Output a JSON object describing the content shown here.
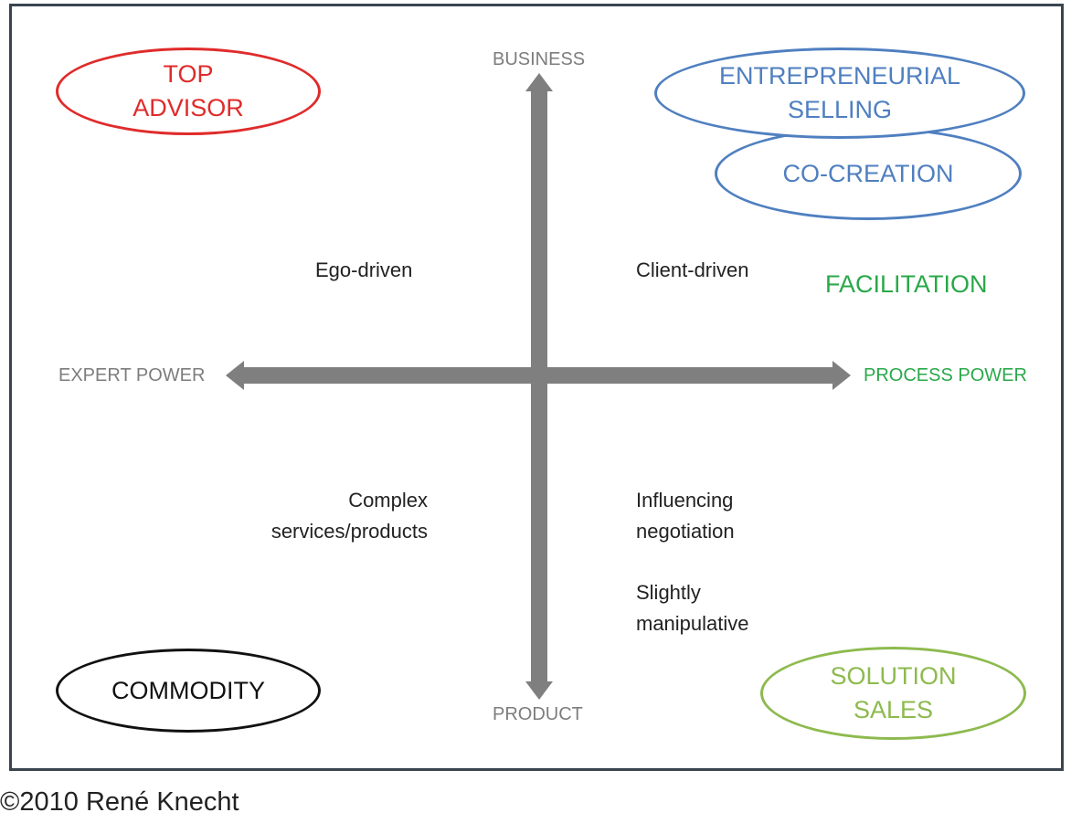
{
  "axes": {
    "top": "BUSINESS",
    "bottom": "PRODUCT",
    "left": "EXPERT POWER",
    "right": "PROCESS POWER"
  },
  "quadrant_labels": {
    "ego_driven": "Ego-driven",
    "client_driven": "Client-driven",
    "complex_line1": "Complex",
    "complex_line2": "services/products",
    "influencing_line1": "Influencing",
    "influencing_line2": "negotiation",
    "slightly_line1": "Slightly",
    "slightly_line2": "manipulative",
    "facilitation": "FACILITATION"
  },
  "ovals": {
    "top_advisor_line1": "TOP",
    "top_advisor_line2": "ADVISOR",
    "entrepreneurial_line1": "ENTREPRENEURIAL",
    "entrepreneurial_line2": "SELLING",
    "co_creation": "CO-CREATION",
    "commodity": "COMMODITY",
    "solution_line1": "SOLUTION",
    "solution_line2": "SALES"
  },
  "copyright": "©2010 René Knecht",
  "colors": {
    "frame": "#3a4550",
    "arrow": "#7f7f7f",
    "axis_label": "#7d7d7d",
    "red": "#e02b2b",
    "blue": "#4f7fc0",
    "green": "#2aa84a",
    "light_green": "#8dba4e",
    "black": "#111111"
  }
}
